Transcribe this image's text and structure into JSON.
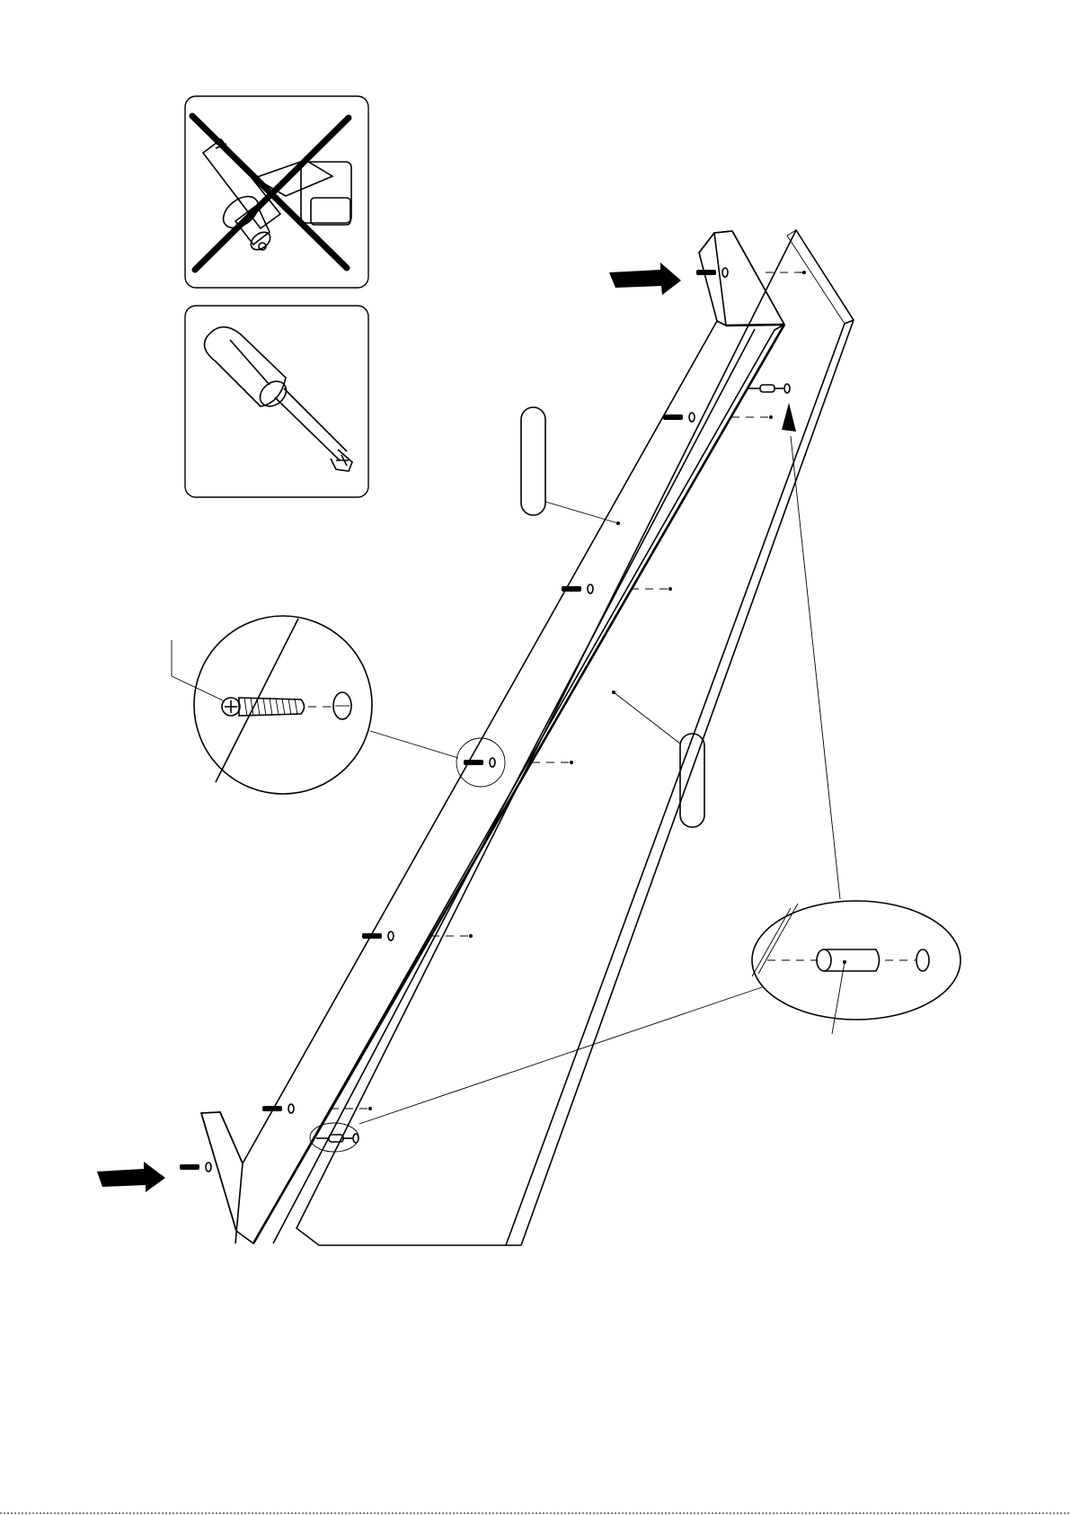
{
  "tool_panels": [
    {
      "tool": "power-drill",
      "status": "not-allowed"
    },
    {
      "tool": "phillips-screwdriver",
      "status": "required"
    }
  ],
  "parts": [
    "screw",
    "wooden-dowel",
    "frame-board-front",
    "frame-board-rear"
  ],
  "colors": {
    "line": "#000000",
    "background": "#ffffff"
  }
}
